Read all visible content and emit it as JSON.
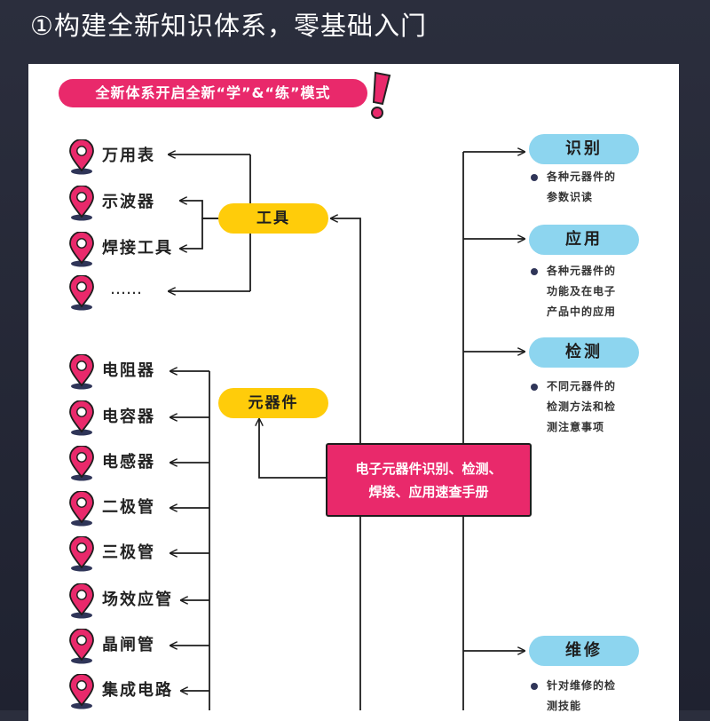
{
  "heading": "①构建全新知识体系，零基础入门",
  "banner": "全新体系开启全新“学”&“练”模式",
  "center": {
    "line1": "电子元器件识别、检测、",
    "line2": "焊接、应用速查手册"
  },
  "hubs": {
    "tools": "工具",
    "components": "元器件"
  },
  "tools_items": [
    "万用表",
    "示波器",
    "焊接工具",
    "……"
  ],
  "component_items": [
    "电阻器",
    "电容器",
    "电感器",
    "二极管",
    "三极管",
    "场效应管",
    "晶闸管",
    "集成电路"
  ],
  "right_items": [
    {
      "label": "识别",
      "desc": [
        "各种元器件的",
        "参数识读"
      ]
    },
    {
      "label": "应用",
      "desc": [
        "各种元器件的",
        "功能及在电子",
        "产品中的应用"
      ]
    },
    {
      "label": "检测",
      "desc": [
        "不同元器件的",
        "检测方法和检",
        "测注意事项"
      ]
    },
    {
      "label": "维修",
      "desc": [
        "针对维修的检",
        "测技能"
      ]
    }
  ],
  "colors": {
    "accent_pink": "#e9296b",
    "hub_yellow": "#ffcc0a",
    "pill_blue": "#8dd5ef",
    "background": "#262938"
  },
  "icons": {
    "pin": "location-pin-icon",
    "exclamation": "exclamation-icon"
  }
}
